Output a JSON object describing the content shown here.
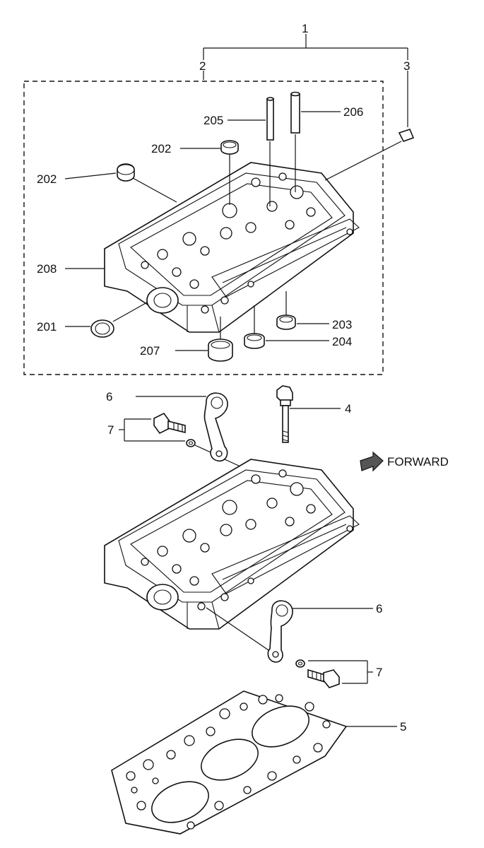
{
  "callouts": {
    "c1": "1",
    "c2": "2",
    "c3": "3",
    "c4": "4",
    "c5": "5",
    "c6a": "6",
    "c6b": "6",
    "c7a": "7",
    "c7b": "7",
    "c201": "201",
    "c202a": "202",
    "c202b": "202",
    "c203": "203",
    "c204": "204",
    "c205": "205",
    "c206": "206",
    "c207": "207",
    "c208": "208"
  },
  "forward_label": "FORWARD",
  "colors": {
    "line": "#111111",
    "background": "#ffffff"
  }
}
